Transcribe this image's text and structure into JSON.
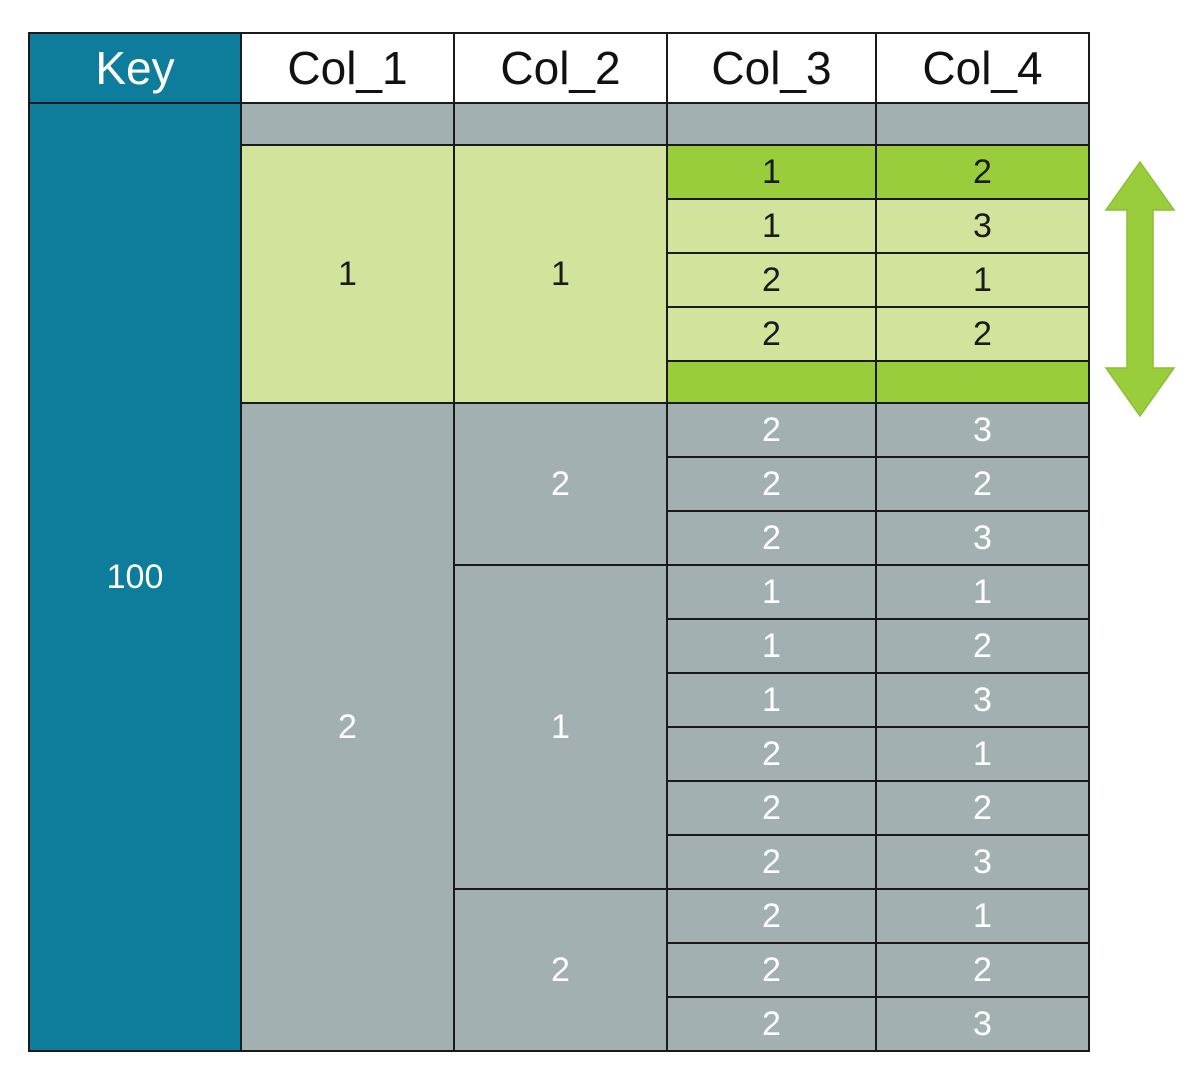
{
  "diagram": {
    "title": "hierarchical-key-table",
    "colors": {
      "teal": "#0E7C9B",
      "gray": "#A2B0B2",
      "green_dark": "#9ACD3C",
      "green_light": "#D2E49B",
      "border": "#1A1A1A",
      "white": "#FFFFFF"
    }
  },
  "header": {
    "columns": [
      "Key",
      "Col_1",
      "Col_2",
      "Col_3",
      "Col_4"
    ]
  },
  "key": {
    "value": "100"
  },
  "annotation": {
    "arrow_icon": "double-arrow-vertical-icon",
    "arrow_color": "#9ACD3C"
  },
  "groups": {
    "col1": [
      {
        "label": "",
        "rows": 1,
        "fill": "gray"
      },
      {
        "label": "1",
        "rows": 5,
        "fill": "green"
      },
      {
        "label": "2",
        "rows": 12,
        "fill": "gray"
      }
    ],
    "col2": [
      {
        "label": "",
        "rows": 1,
        "fill": "gray"
      },
      {
        "label": "1",
        "rows": 5,
        "fill": "green"
      },
      {
        "label": "2",
        "rows": 3,
        "fill": "gray"
      },
      {
        "label": "1",
        "rows": 6,
        "fill": "gray"
      },
      {
        "label": "2",
        "rows": 3,
        "fill": "gray"
      }
    ]
  },
  "rows": [
    {
      "id": "r0",
      "fill": "gray-empty",
      "col3": "",
      "col4": ""
    },
    {
      "id": "r1",
      "fill": "green-dark",
      "col3": "1",
      "col4": "2"
    },
    {
      "id": "r2",
      "fill": "green-light",
      "col3": "1",
      "col4": "3"
    },
    {
      "id": "r3",
      "fill": "green-light",
      "col3": "2",
      "col4": "1"
    },
    {
      "id": "r4",
      "fill": "green-light",
      "col3": "2",
      "col4": "2"
    },
    {
      "id": "r5",
      "fill": "green-dark",
      "col3": "",
      "col4": ""
    },
    {
      "id": "r6",
      "fill": "gray",
      "col3": "2",
      "col4": "3"
    },
    {
      "id": "r7",
      "fill": "gray",
      "col3": "2",
      "col4": "2"
    },
    {
      "id": "r8",
      "fill": "gray",
      "col3": "2",
      "col4": "3"
    },
    {
      "id": "r9",
      "fill": "gray",
      "col3": "1",
      "col4": "1"
    },
    {
      "id": "r10",
      "fill": "gray",
      "col3": "1",
      "col4": "2"
    },
    {
      "id": "r11",
      "fill": "gray",
      "col3": "1",
      "col4": "3"
    },
    {
      "id": "r12",
      "fill": "gray",
      "col3": "2",
      "col4": "1"
    },
    {
      "id": "r13",
      "fill": "gray",
      "col3": "2",
      "col4": "2"
    },
    {
      "id": "r14",
      "fill": "gray",
      "col3": "2",
      "col4": "3"
    },
    {
      "id": "r15",
      "fill": "gray",
      "col3": "2",
      "col4": "1"
    },
    {
      "id": "r16",
      "fill": "gray",
      "col3": "2",
      "col4": "2"
    },
    {
      "id": "r17",
      "fill": "gray",
      "col3": "2",
      "col4": "3"
    }
  ]
}
